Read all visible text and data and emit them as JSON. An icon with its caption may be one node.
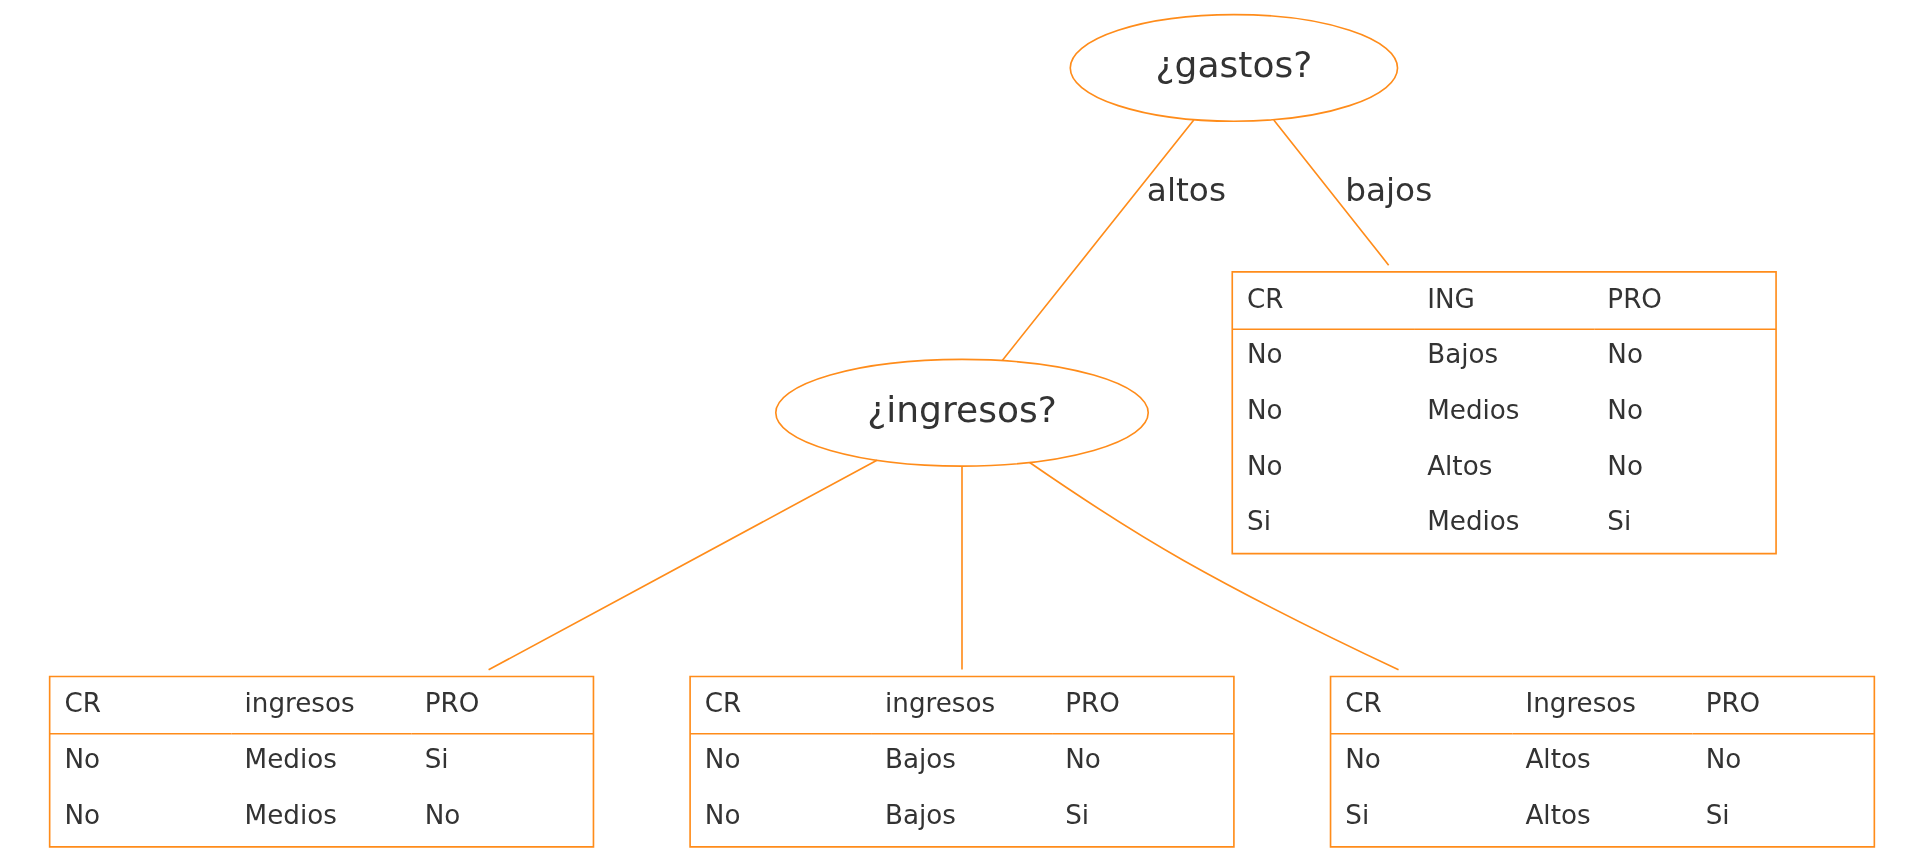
{
  "diagram": {
    "nodes": [
      {
        "text": [
          "¿gastos?"
        ]
      },
      {
        "text": [
          "¿ingresos?"
        ]
      },
      {
        "text": [
          "CR",
          "ING",
          "PRO",
          "No",
          "Bajos",
          "No",
          "No",
          "Medios",
          "No",
          "No",
          "Altos",
          "No",
          "Si",
          "Medios",
          "Si"
        ]
      },
      {
        "text": [
          "CR",
          "ingresos",
          "PRO",
          "No",
          "Medios",
          "Si",
          "No",
          "Medios",
          "No"
        ]
      },
      {
        "text": [
          "CR",
          "ingresos",
          "PRO",
          "No",
          "Bajos",
          "No",
          "No",
          "Bajos",
          "Si"
        ]
      },
      {
        "text": [
          "CR",
          "Ingresos",
          "PRO",
          "No",
          "Altos",
          "No",
          "Si",
          "Altos",
          "Si"
        ]
      }
    ],
    "edges": [
      {
        "from": 0,
        "to": 1,
        "arrow": "none",
        "label": "altos"
      },
      {
        "from": 0,
        "to": 2,
        "arrow": "none",
        "label": "bajos"
      },
      {
        "from": 1,
        "to": 3,
        "arrow": "none"
      },
      {
        "from": 1,
        "to": 4,
        "arrow": "none"
      },
      {
        "from": 1,
        "to": 5,
        "arrow": "none"
      }
    ]
  }
}
